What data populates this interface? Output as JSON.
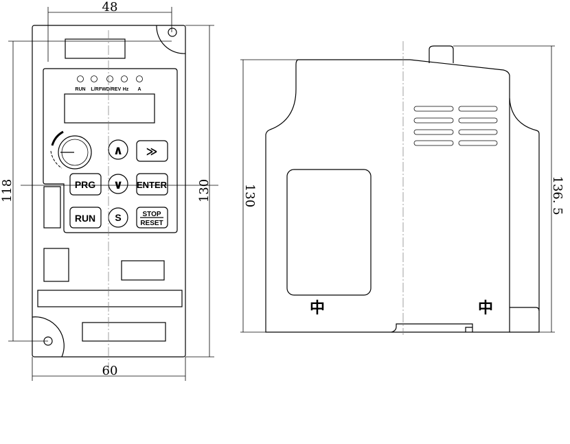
{
  "dimensions": {
    "front_mount_width": "48",
    "front_width": "60",
    "front_mount_height": "118",
    "front_height": "130",
    "side_height": "130",
    "side_total_height": "136. 5"
  },
  "indicators": [
    "RUN",
    "L/R",
    "FWD/REV",
    "Hz",
    "A"
  ],
  "keys": {
    "up": "∧",
    "shift": "≫",
    "prg": "PRG",
    "down": "∨",
    "enter": "ENTER",
    "run": "RUN",
    "s": "S",
    "stop": "STOP",
    "reset": "RESET"
  },
  "side_markers": [
    "中",
    "中"
  ]
}
